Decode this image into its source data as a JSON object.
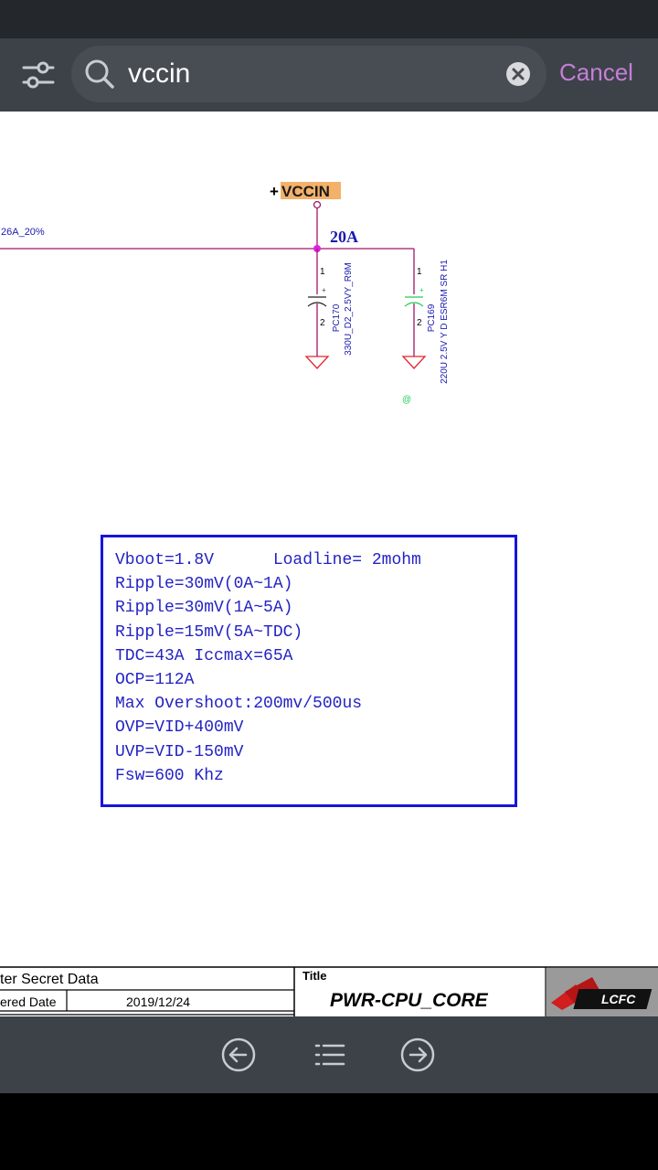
{
  "search": {
    "value": "vccin",
    "cancel_label": "Cancel"
  },
  "schematic": {
    "net_prefix": "+",
    "net_name": "VCCIN",
    "left_net_label": "26A_20%",
    "current_label": "20A",
    "cap1": {
      "pin1": "1",
      "pin2": "2",
      "ref": "PC170",
      "value": "330U_D2_2.5VY_R9M",
      "polarity": "+"
    },
    "cap2": {
      "pin1": "1",
      "pin2": "2",
      "ref": "PC169",
      "value": "220U 2.5V Y D ESR6M SR H1",
      "polarity": "+",
      "marker": "@"
    }
  },
  "specs": [
    "Vboot=1.8V      Loadline= 2mohm",
    "Ripple=30mV(0A~1A)",
    "Ripple=30mV(1A~5A)",
    "Ripple=15mV(5A~TDC)",
    "TDC=43A Iccmax=65A",
    "OCP=112A",
    "Max Overshoot:200mv/500us",
    "OVP=VID+400mV",
    "UVP=VID-150mV",
    "Fsw=600 Khz"
  ],
  "title_block": {
    "secret_label": "ter Secret Data",
    "date_label": "ered Date",
    "date_value": "2019/12/24",
    "title_label": "Title",
    "title_value": "PWR-CPU_CORE",
    "logo_text": "LCFC"
  },
  "colors": {
    "accent": "#c57fd6",
    "wire": "#a0156b",
    "junction": "#e020e0",
    "net_label": "#1a1ab0",
    "highlight": "#f3b16a",
    "spec_border": "#1515d8",
    "spec_text": "#2323c4"
  },
  "icons": {
    "filter": "filter-sliders-icon",
    "search": "search-icon",
    "clear": "clear-circle-x-icon",
    "prev": "arrow-left-circle-icon",
    "list": "list-icon",
    "next": "arrow-right-circle-icon"
  }
}
